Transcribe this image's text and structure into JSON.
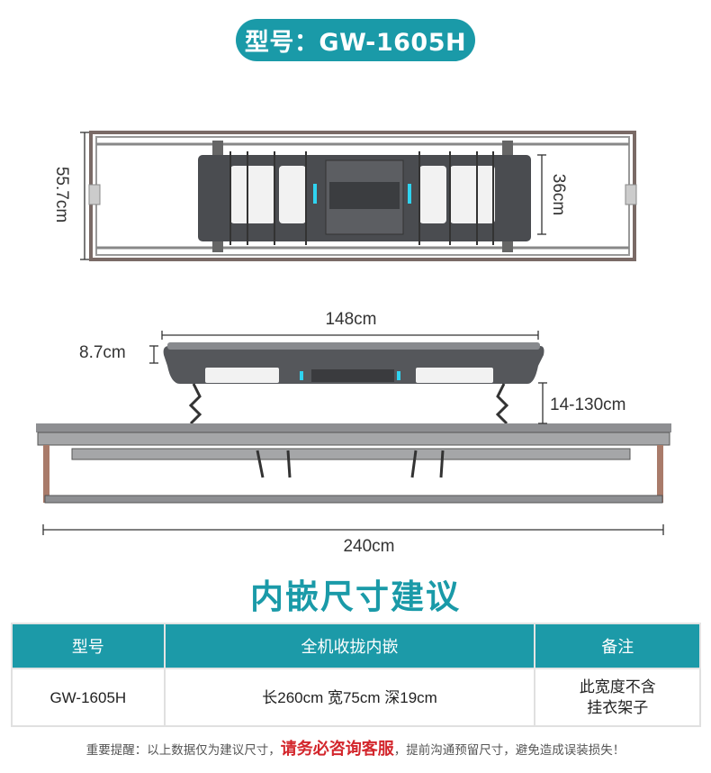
{
  "title": "型号：GW-1605H",
  "top_view": {
    "width_label": "55.7cm",
    "box_label": "36cm"
  },
  "side_view": {
    "box_length": "148cm",
    "box_height": "8.7cm",
    "lift_range": "14-130cm",
    "total_length": "240cm"
  },
  "heading": "内嵌尺寸建议",
  "table": {
    "headers": [
      "型号",
      "全机收拢内嵌",
      "备注"
    ],
    "rows": [
      {
        "model": "GW-1605H",
        "size": "长260cm 宽75cm 深19cm",
        "note_line1": "此宽度不含",
        "note_line2": "挂衣架子"
      }
    ]
  },
  "footer": {
    "prefix": "重要提醒：以上数据仅为建议尺寸，",
    "highlight": "请务必咨询客服",
    "suffix": "，提前沟通预留尺寸，避免造成误装损失！"
  },
  "colors": {
    "accent": "#1a9aa8",
    "warning": "#d3262c"
  }
}
